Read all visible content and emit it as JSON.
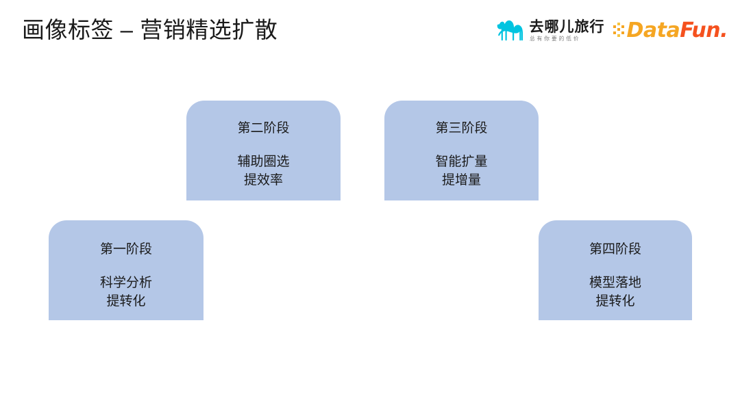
{
  "slide": {
    "title": "画像标签 – 营销精选扩散",
    "background_color": "#ffffff"
  },
  "logos": {
    "qunar": {
      "icon_name": "camel-icon",
      "icon_color": "#00c4e0",
      "name": "去哪儿旅行",
      "tagline": "总有你要的低价"
    },
    "datafun": {
      "dots_name": "datafun-dots-icon",
      "word_data": "Data",
      "word_fun": "Fun",
      "word_dot": ".",
      "color_data": "#F5A623",
      "color_fun": "#F5511E"
    }
  },
  "diagram": {
    "box_fill_color": "#b4c7e7",
    "text_color": "#1a1a1a",
    "stages": [
      {
        "title": "第一阶段",
        "line1": "科学分析",
        "line2": "提转化"
      },
      {
        "title": "第二阶段",
        "line1": "辅助圈选",
        "line2": "提效率"
      },
      {
        "title": "第三阶段",
        "line1": "智能扩量",
        "line2": "提增量"
      },
      {
        "title": "第四阶段",
        "line1": "模型落地",
        "line2": "提转化"
      }
    ]
  }
}
